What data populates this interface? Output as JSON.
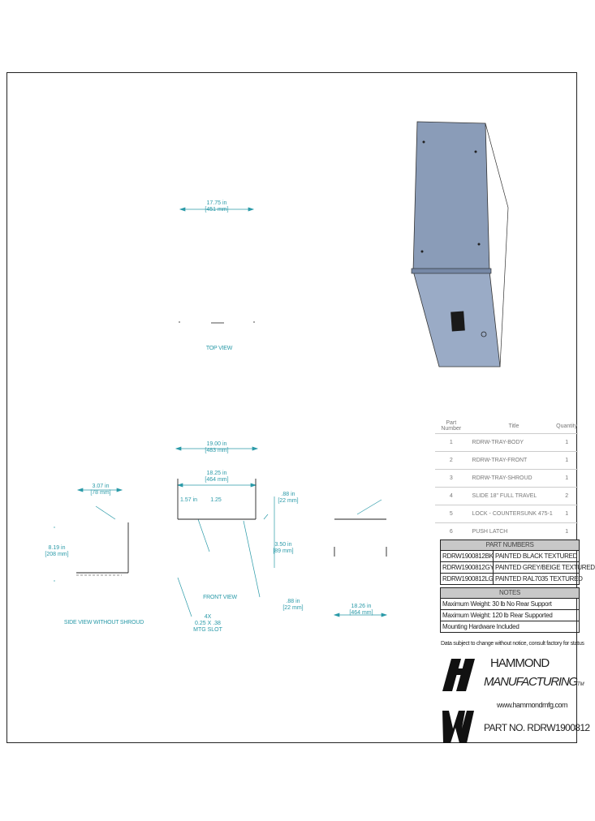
{
  "top_view": {
    "width_dim": "17.75 in",
    "width_dim_mm": "[451 mm]",
    "label": "TOP VIEW"
  },
  "front_view": {
    "overall_dim": "19.00 in",
    "overall_dim_mm": "[483 mm]",
    "inner_dim": "18.25 in",
    "inner_dim_mm": "[464 mm]",
    "small_dim_a": "1.57 in",
    "small_dim_b": "1.25",
    "right_dim": ".88 in",
    "right_dim_mm": "[22 mm]",
    "height_dim": "3.50 in",
    "height_dim_mm": "[89 mm]",
    "lower_dim": ".88 in",
    "lower_dim_mm": "[22 mm]",
    "label": "FRONT VIEW",
    "slot_qty": "4X",
    "slot_size": "0.25 X .38",
    "slot_label": "MTG SLOT"
  },
  "side_view": {
    "top_dim": "3.07 in",
    "top_dim_mm": "[78 mm]",
    "height_dim": "8.19 in",
    "height_dim_mm": "[208 mm]",
    "label": "SIDE VIEW WITHOUT SHROUD",
    "right_dim": "18.26 in",
    "right_dim_mm": "[464 mm]"
  },
  "parts_table": {
    "headers": [
      "Part Number",
      "Title",
      "Quantity"
    ],
    "rows": [
      {
        "no": "1",
        "title": "RDRW-TRAY-BODY",
        "qty": "1"
      },
      {
        "no": "2",
        "title": "RDRW-TRAY-FRONT",
        "qty": "1"
      },
      {
        "no": "3",
        "title": "RDRW-TRAY-SHROUD",
        "qty": "1"
      },
      {
        "no": "4",
        "title": "SLIDE 18\" FULL TRAVEL",
        "qty": "2"
      },
      {
        "no": "5",
        "title": "LOCK - COUNTERSUNK 475-1",
        "qty": "1"
      },
      {
        "no": "6",
        "title": "PUSH LATCH",
        "qty": "1"
      }
    ]
  },
  "part_numbers": {
    "header": "PART NUMBERS",
    "rows": [
      {
        "code": "RDRW1900812BK",
        "desc": "PAINTED BLACK TEXTURED"
      },
      {
        "code": "RDRW1900812GY",
        "desc": "PAINTED GREY/BEIGE TEXTURED"
      },
      {
        "code": "RDRW1900812LG",
        "desc": "PAINTED RAL7035 TEXTURED"
      }
    ]
  },
  "notes": {
    "header": "NOTES",
    "lines": [
      "Maximum Weight: 30 lb No Rear Support",
      "Maximum Weight: 120 lb Rear Supported",
      "Mounting Hardware Included"
    ]
  },
  "disclaimer": "Data subject to change without notice, consult factory for status",
  "brand": {
    "line1": "HAMMOND",
    "line2": "MANUFACTURING",
    "tm": "TM",
    "website": "www.hammondmfg.com",
    "part_no": "PART NO. RDRW1900812"
  },
  "colors": {
    "dimension": "#2a9aa8",
    "drawer_body": "#8a9cb8",
    "drawer_front": "#9aabc6",
    "border": "#222222"
  }
}
